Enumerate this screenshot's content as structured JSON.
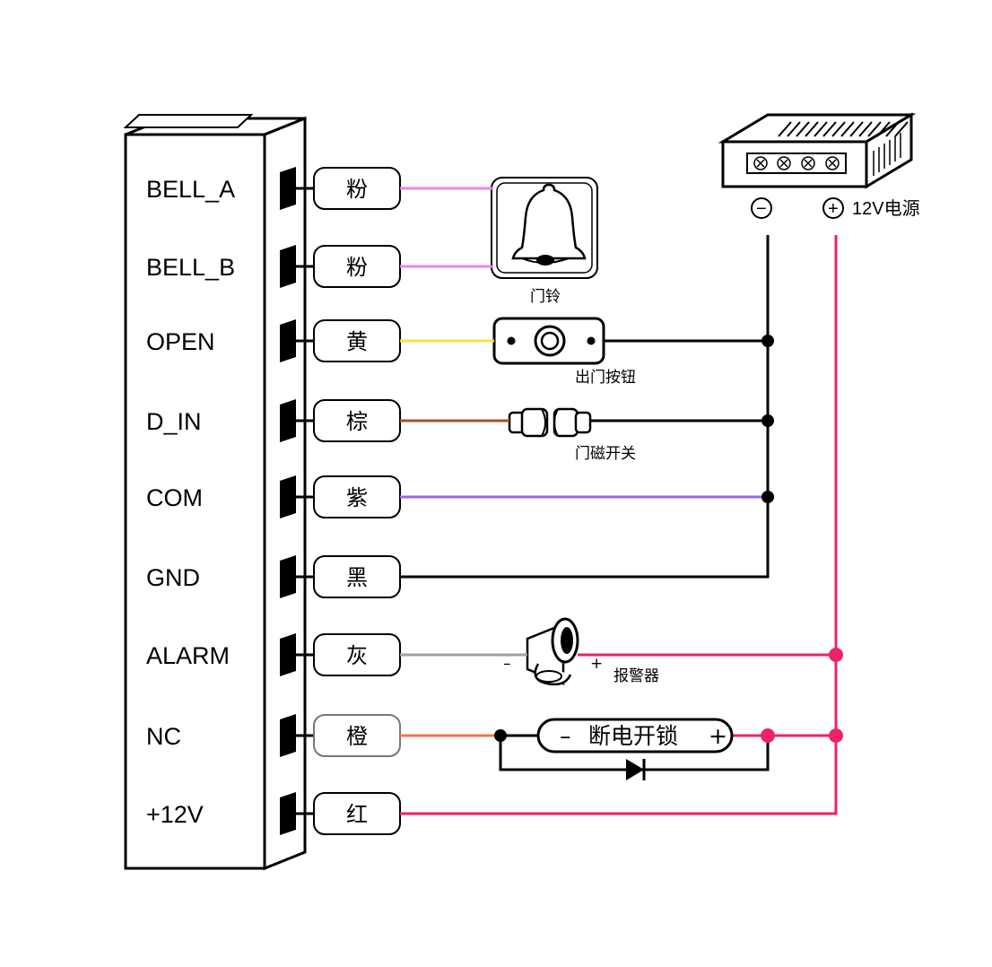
{
  "terminals": [
    {
      "label": "BELL_A",
      "wire": "粉",
      "color": "#ee82ee"
    },
    {
      "label": "BELL_B",
      "wire": "粉",
      "color": "#ee82ee"
    },
    {
      "label": "OPEN",
      "wire": "黄",
      "color": "#f5e642"
    },
    {
      "label": "D_IN",
      "wire": "棕",
      "color": "#a0522d"
    },
    {
      "label": "COM",
      "wire": "紫",
      "color": "#9966ee"
    },
    {
      "label": "GND",
      "wire": "黑",
      "color": "#000000"
    },
    {
      "label": "ALARM",
      "wire": "灰",
      "color": "#a0a0a0"
    },
    {
      "label": "NC",
      "wire": "橙",
      "color": "#ee7744"
    },
    {
      "label": "+12V",
      "wire": "红",
      "color": "#ee2266"
    }
  ],
  "devices": {
    "bell": {
      "label": "门铃"
    },
    "exit_button": {
      "label": "出门按钮"
    },
    "door_sensor": {
      "label": "门磁开关"
    },
    "alarm": {
      "label": "报警器",
      "minus": "–",
      "plus": "+"
    },
    "lock": {
      "label": "断电开锁",
      "minus": "–",
      "plus": "+"
    },
    "power": {
      "label": "12V电源",
      "minus": "−",
      "plus": "+"
    }
  },
  "colors": {
    "positive": "#ee2266",
    "negative": "#000000"
  }
}
